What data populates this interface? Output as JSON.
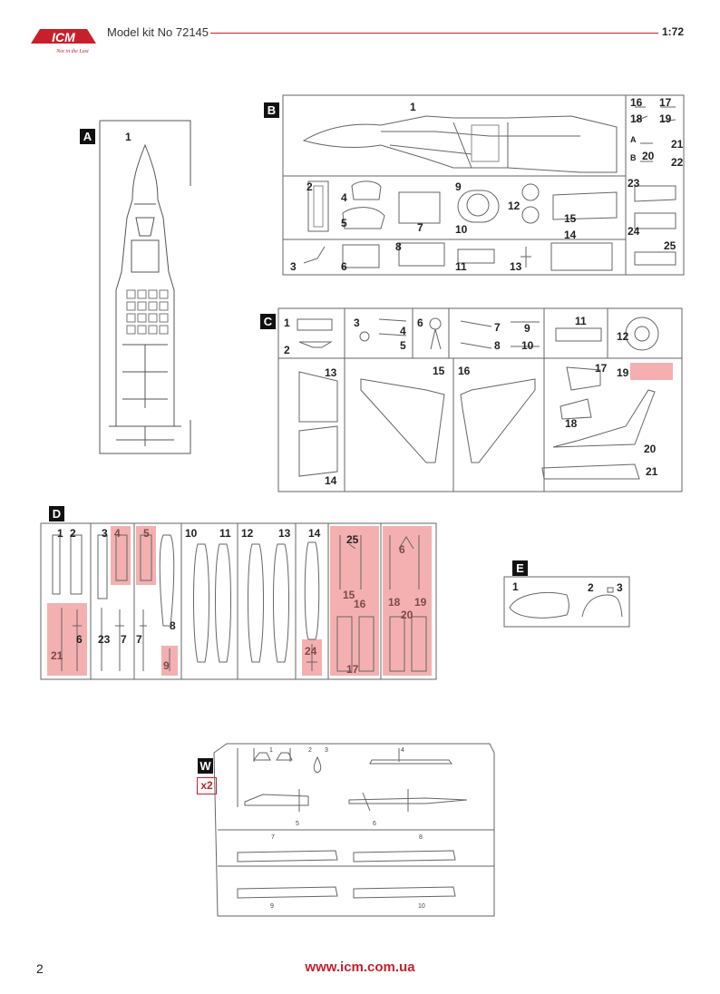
{
  "header": {
    "brand": "ICM",
    "tagline": "Not in the Last",
    "title": "Model kit No 72145",
    "scale": "1:72"
  },
  "footer": {
    "page_number": "2",
    "url": "www.icm.com.ua"
  },
  "colors": {
    "brand_red": "#c8202a",
    "highlight": "#f4b0b0",
    "line": "#888888"
  },
  "sprues": {
    "A": {
      "letter": "A",
      "parts": [
        "1"
      ]
    },
    "B": {
      "letter": "B",
      "parts": [
        "1",
        "2",
        "3",
        "4",
        "5",
        "6",
        "7",
        "8",
        "9",
        "10",
        "11",
        "12",
        "13",
        "14",
        "15",
        "16",
        "17",
        "18",
        "19",
        "20",
        "21",
        "22",
        "23",
        "24",
        "25",
        "A",
        "B"
      ]
    },
    "C": {
      "letter": "C",
      "parts": [
        "1",
        "2",
        "3",
        "4",
        "5",
        "6",
        "7",
        "8",
        "9",
        "10",
        "11",
        "12",
        "13",
        "14",
        "15",
        "16",
        "17",
        "18",
        "19",
        "20",
        "21"
      ]
    },
    "D": {
      "letter": "D",
      "parts": [
        "1",
        "2",
        "3",
        "4",
        "5",
        "6",
        "7",
        "7",
        "8",
        "9",
        "10",
        "11",
        "12",
        "13",
        "14",
        "15",
        "16",
        "17",
        "18",
        "19",
        "20",
        "21",
        "6",
        "23",
        "24",
        "25"
      ]
    },
    "E": {
      "letter": "E",
      "parts": [
        "1",
        "2",
        "3"
      ]
    },
    "W": {
      "letter": "W",
      "multiplier": "x2",
      "parts": [
        "1",
        "2",
        "3",
        "4",
        "5",
        "6",
        "7",
        "8",
        "9",
        "10"
      ]
    }
  }
}
